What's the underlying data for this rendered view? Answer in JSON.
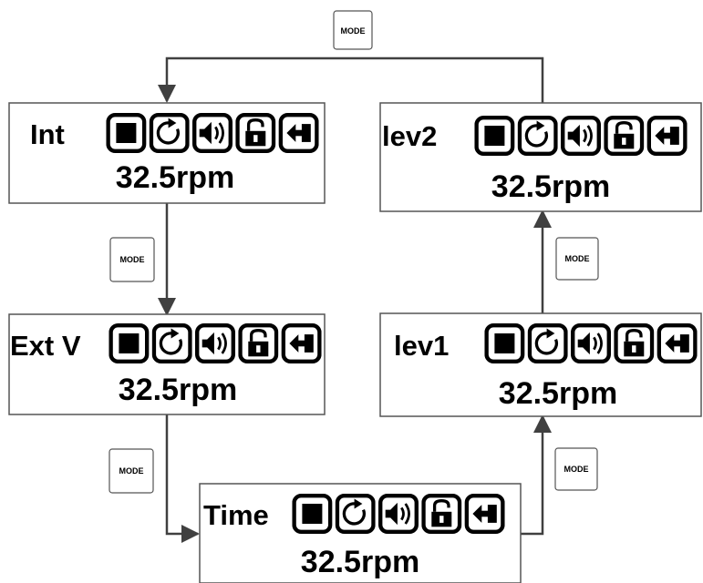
{
  "button_label": "MODE",
  "reading": "32.5rpm",
  "screens": {
    "int": {
      "label": "Int"
    },
    "extv": {
      "label": "Ext V"
    },
    "time": {
      "label": "Time"
    },
    "lev1": {
      "label": "lev1"
    },
    "lev2": {
      "label": "lev2"
    }
  },
  "icons": [
    "stop-icon",
    "rotate-icon",
    "sound-icon",
    "lock-icon",
    "direction-icon"
  ],
  "colors": {
    "line": "#404040",
    "text": "#000000",
    "border": "#555555"
  }
}
